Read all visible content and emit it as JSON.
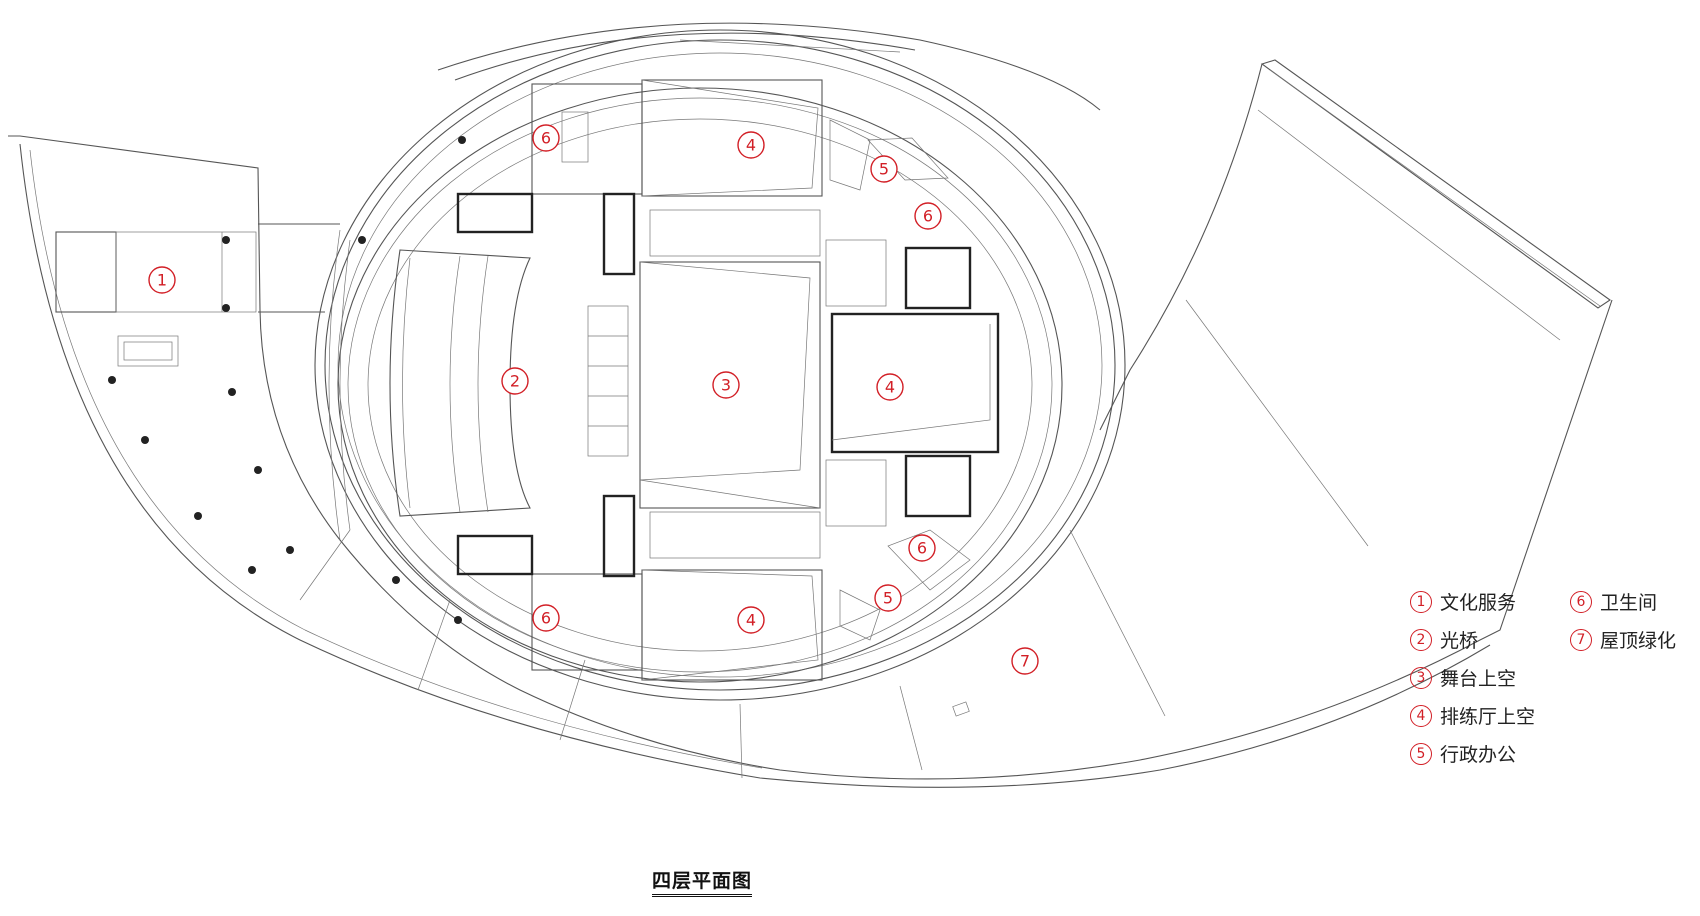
{
  "drawing_title": "四层平面图",
  "accent_color": "#d21f26",
  "plan_markers": [
    {
      "id": "m1",
      "num": "1"
    },
    {
      "id": "m2",
      "num": "2"
    },
    {
      "id": "m3",
      "num": "3"
    },
    {
      "id": "m4a",
      "num": "4"
    },
    {
      "id": "m4b",
      "num": "4"
    },
    {
      "id": "m4c",
      "num": "4"
    },
    {
      "id": "m5a",
      "num": "5"
    },
    {
      "id": "m5b",
      "num": "5"
    },
    {
      "id": "m6a",
      "num": "6"
    },
    {
      "id": "m6b",
      "num": "6"
    },
    {
      "id": "m6c",
      "num": "6"
    },
    {
      "id": "m6d",
      "num": "6"
    },
    {
      "id": "m7",
      "num": "7"
    }
  ],
  "legend": [
    {
      "num": "1",
      "label": "文化服务"
    },
    {
      "num": "2",
      "label": "光桥"
    },
    {
      "num": "3",
      "label": "舞台上空"
    },
    {
      "num": "4",
      "label": "排练厅上空"
    },
    {
      "num": "5",
      "label": "行政办公"
    },
    {
      "num": "6",
      "label": "卫生间"
    },
    {
      "num": "7",
      "label": "屋顶绿化"
    }
  ]
}
